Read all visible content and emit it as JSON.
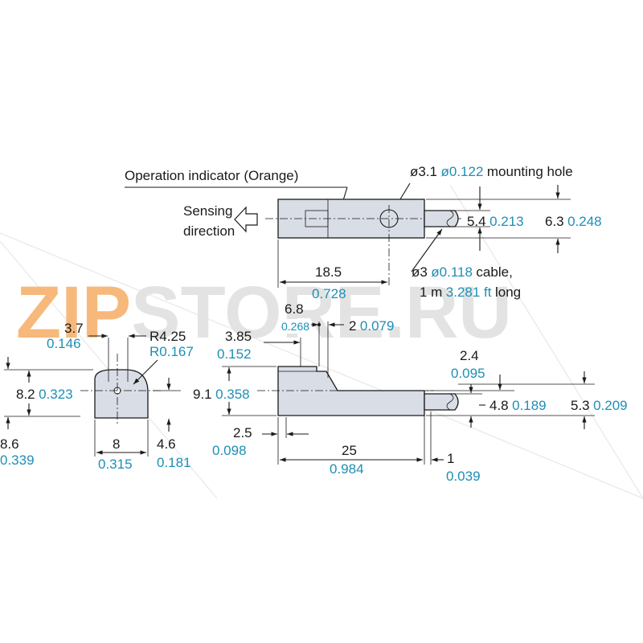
{
  "watermark": {
    "part1": "ZIP",
    "part2": "STORE.RU",
    "color1": "#f5a85a",
    "color2": "#e6e6e6"
  },
  "labels": {
    "operation_indicator": "Operation indicator (Orange)",
    "mounting_hole_prefix": "ø3.1",
    "mounting_hole_inch": "ø0.122",
    "mounting_hole_suffix": "mounting hole",
    "sensing_line1": "Sensing",
    "sensing_line2": "direction",
    "cable_prefix": "ø3",
    "cable_inch": "ø0.118",
    "cable_suffix": "cable,",
    "cable_line2_prefix": "1 m",
    "cable_line2_inch": "3.281 ft",
    "cable_line2_suffix": "long"
  },
  "dims": {
    "d18_5": {
      "mm": "18.5",
      "in": "0.728"
    },
    "d5_4": {
      "mm": "5.4",
      "in": "0.213"
    },
    "d6_3": {
      "mm": "6.3",
      "in": "0.248"
    },
    "d3_7": {
      "mm": "3.7",
      "in": "0.146"
    },
    "r4_25": {
      "mm": "R4.25",
      "in": "R0.167"
    },
    "d6_8": {
      "mm": "6.8",
      "in": "0.268"
    },
    "d2": {
      "mm": "2",
      "in": "0.079"
    },
    "d3_85": {
      "mm": "3.85",
      "in": "0.152"
    },
    "d2_4": {
      "mm": "2.4",
      "in": "0.095"
    },
    "d8_2": {
      "mm": "8.2",
      "in": "0.323"
    },
    "d9_1": {
      "mm": "9.1",
      "in": "0.358"
    },
    "d4_8": {
      "mm": "4.8",
      "in": "0.189"
    },
    "d5_3": {
      "mm": "5.3",
      "in": "0.209"
    },
    "d8_6": {
      "mm": "8.6",
      "in": "0.339"
    },
    "d8": {
      "mm": "8",
      "in": "0.315"
    },
    "d4_6": {
      "mm": "4.6",
      "in": "0.181"
    },
    "d2_5": {
      "mm": "2.5",
      "in": "0.098"
    },
    "d25": {
      "mm": "25",
      "in": "0.984"
    },
    "d1": {
      "mm": "1",
      "in": "0.039"
    }
  }
}
